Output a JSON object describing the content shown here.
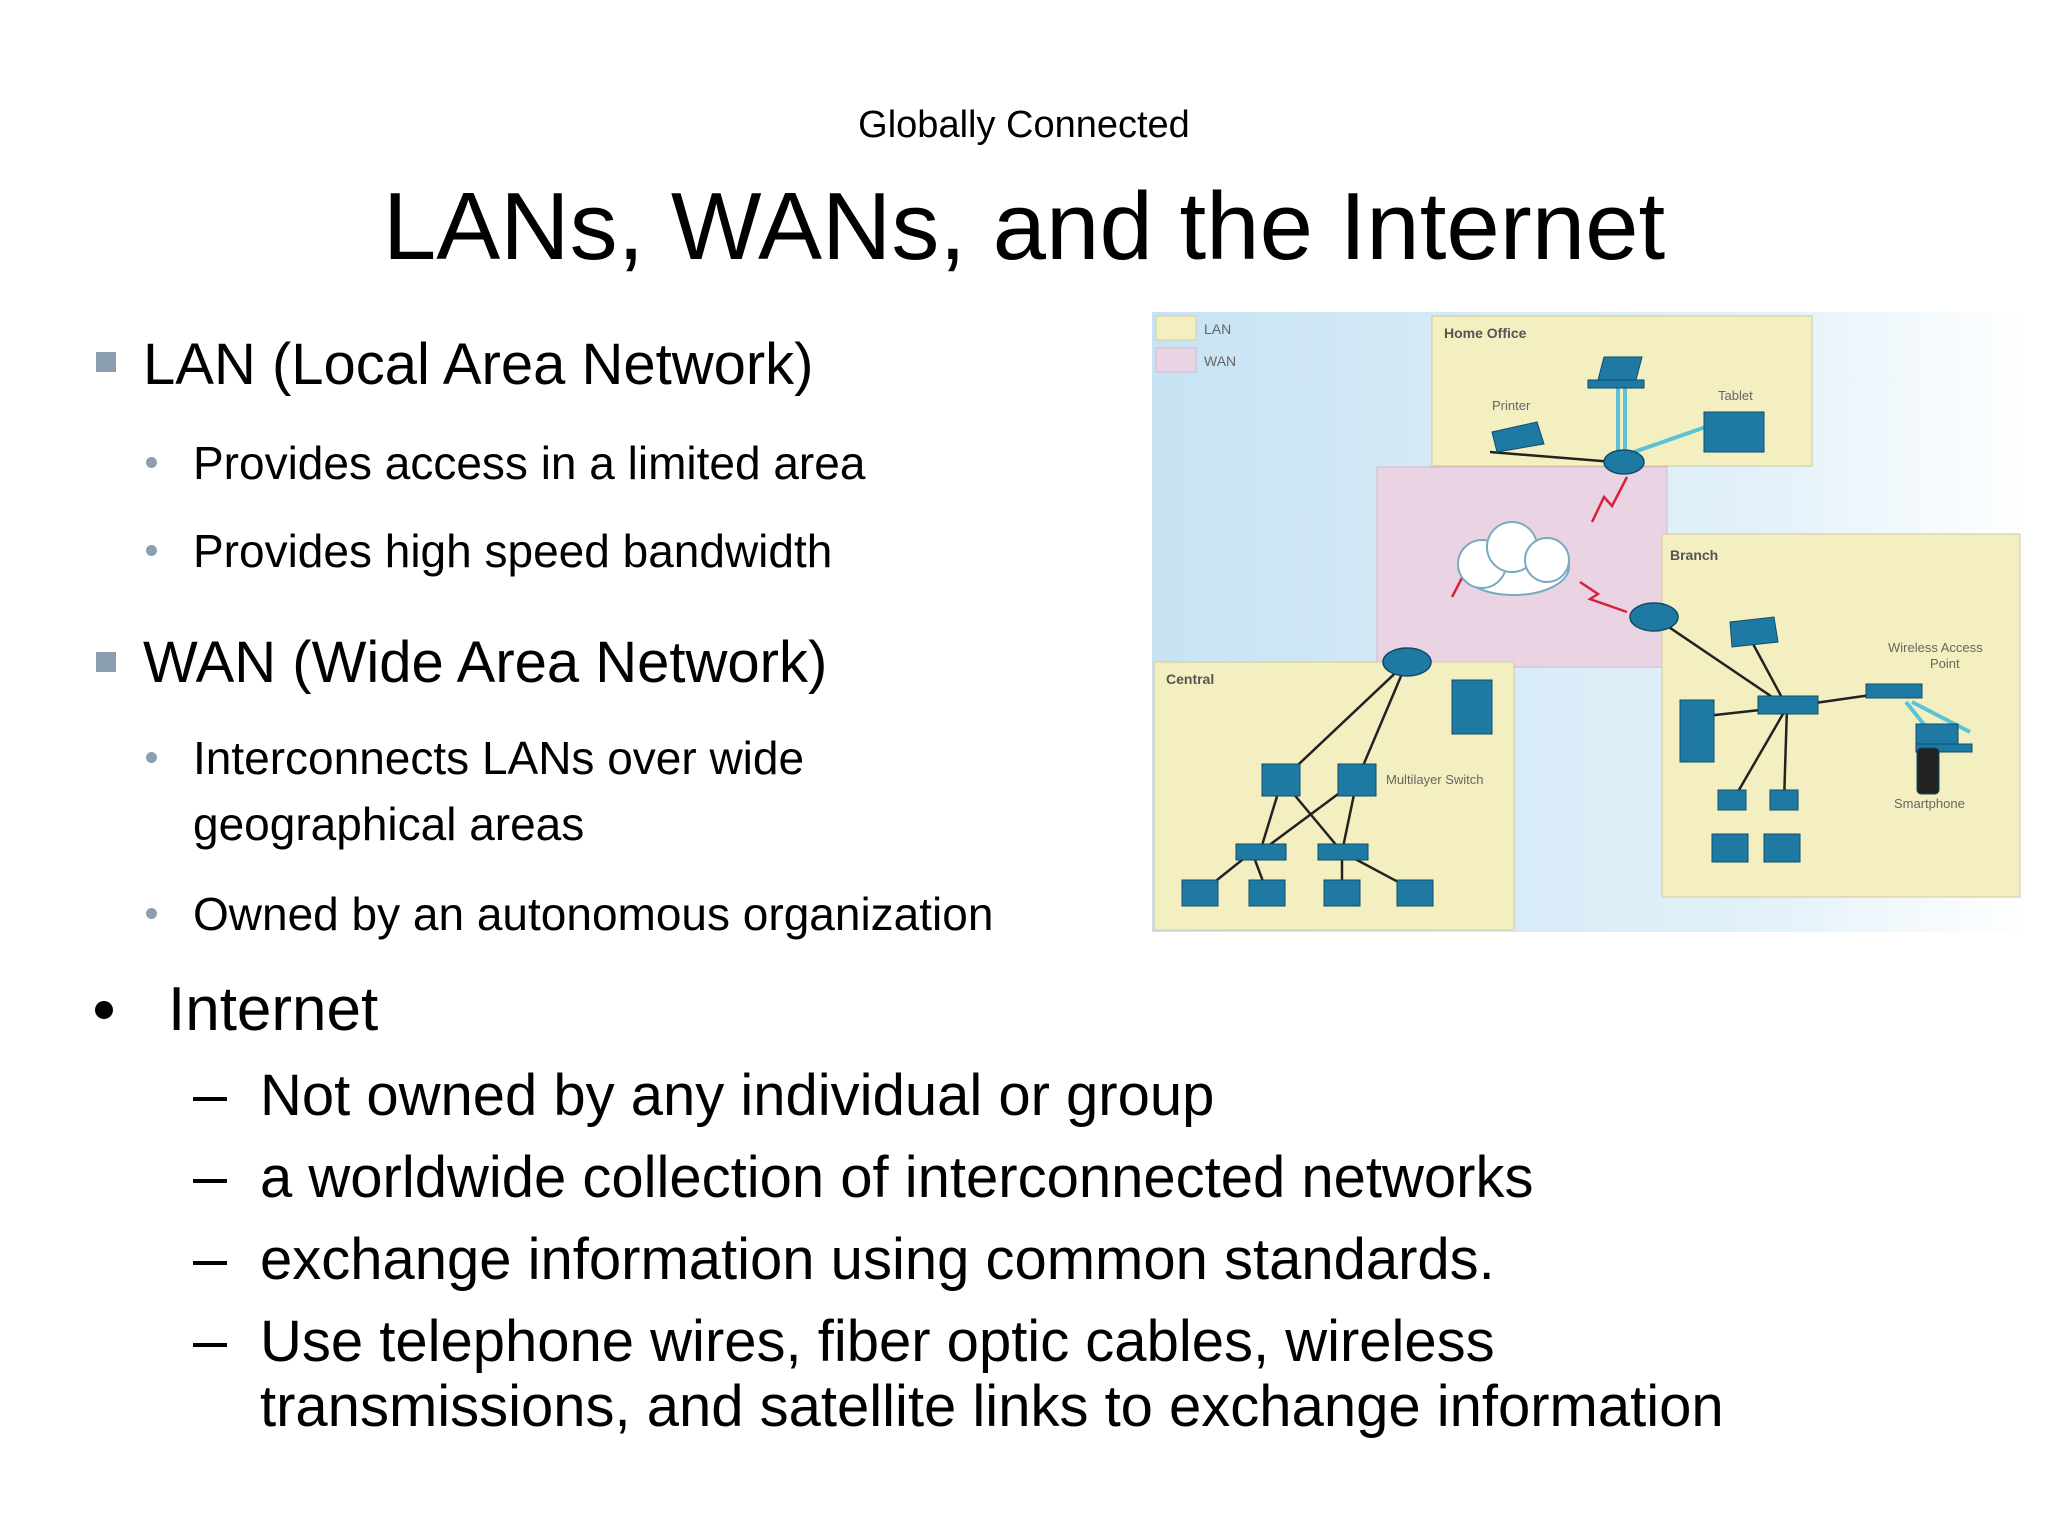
{
  "header": {
    "subtitle": "Globally Connected",
    "title": "LANs, WANs, and the Internet"
  },
  "bullets": {
    "lan": {
      "heading": "LAN (Local Area Network)",
      "items": [
        "Provides access in a limited area",
        "Provides high speed bandwidth"
      ]
    },
    "wan": {
      "heading": "WAN (Wide Area Network)",
      "items": [
        "Interconnects LANs over wide",
        "geographical areas",
        "Owned by an autonomous organization"
      ]
    },
    "internet": {
      "heading": "Internet",
      "items": [
        "Not owned by any individual or group",
        "a worldwide collection of interconnected networks",
        "exchange information using common standards.",
        "Use telephone wires, fiber optic cables, wireless",
        "transmissions, and satellite links to exchange information"
      ]
    }
  },
  "diagram": {
    "legend": [
      "LAN",
      "WAN"
    ],
    "areas": [
      "Home Office",
      "Branch",
      "Central"
    ],
    "devices": [
      "Printer",
      "Tablet",
      "Wireless Access",
      "Point",
      "Smartphone",
      "Multilayer Switch"
    ],
    "colors": {
      "lan": "#f4efc0",
      "wan": "#ead4e3",
      "device": "#1f7aa3",
      "wireless": "#5cc3d6",
      "serial": "#d6223b"
    }
  }
}
